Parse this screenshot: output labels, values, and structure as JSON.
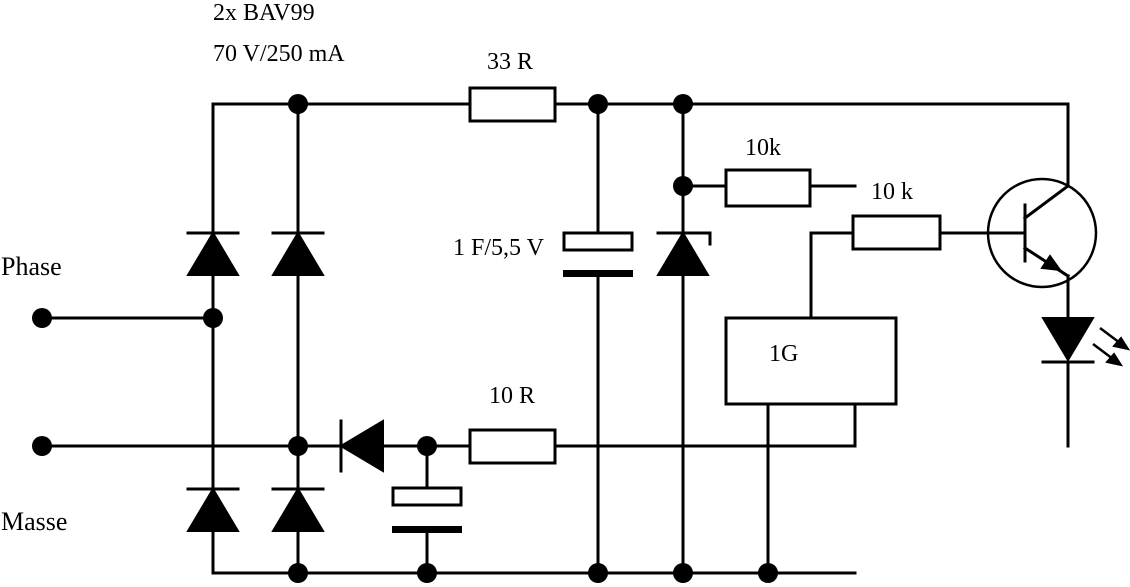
{
  "labels": {
    "diodes_part": "2x BAV99",
    "diodes_rating": "70 V/250 mA",
    "r_top": "33 R",
    "r_10k_a": "10k",
    "r_10k_b": "10 k",
    "capacitor": "1 F/5,5 V",
    "phase": "Phase",
    "masse": "Masse",
    "ic": "1G",
    "r_bottom": "10 R"
  }
}
